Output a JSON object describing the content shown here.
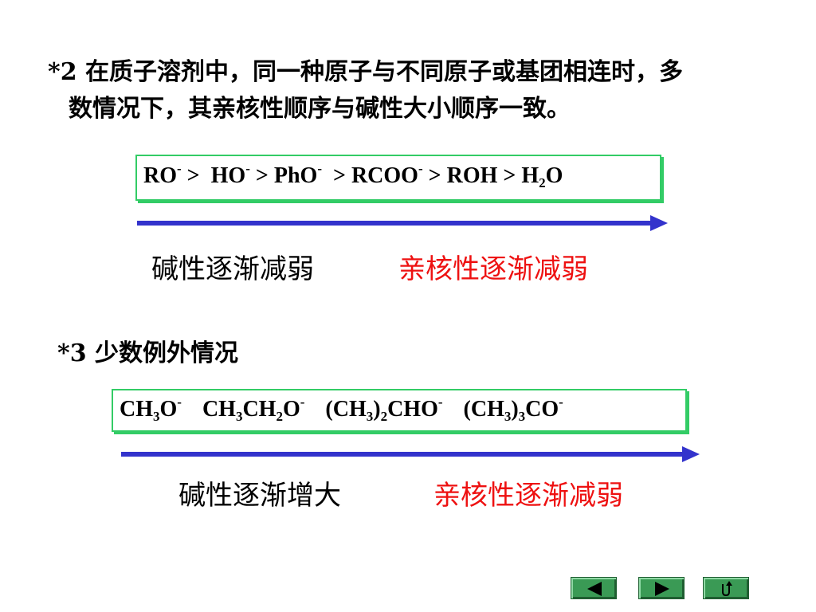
{
  "slide": {
    "para": {
      "line1": "*2 在质子溶剂中，同一种原子与不同原子或基团相连时，多",
      "line2": "数情况下，其亲核性顺序与碱性大小顺序一致。"
    },
    "box1": {
      "ro": "RO",
      "ho": "HO",
      "pho": "PhO",
      "rcoo": "RCOO",
      "roh": "ROH",
      "h": "H",
      "two": "2",
      "o": "O",
      "minus": "-",
      "gt": ">"
    },
    "row1": {
      "left": "碱性逐渐减弱",
      "right": "亲核性逐渐减弱"
    },
    "heading3": "*3 少数例外情况",
    "box2": {
      "ch": "CH",
      "three": "3",
      "two": "2",
      "o": "O",
      "cho": "CHO",
      "co": "CO",
      "lp": "(",
      "rp": ")",
      "minus": "-"
    },
    "row2": {
      "left": "碱性逐渐增大",
      "right": "亲核性逐渐减弱"
    },
    "nav": {
      "prev_icon": "triangle-left-icon",
      "next_icon": "triangle-right-icon",
      "return_icon": "return-arrow-icon"
    },
    "colors": {
      "box_border": "#33cc66",
      "arrow": "#3333cc",
      "red_text": "#ee1111",
      "nav_button": "#3a9a55"
    }
  }
}
